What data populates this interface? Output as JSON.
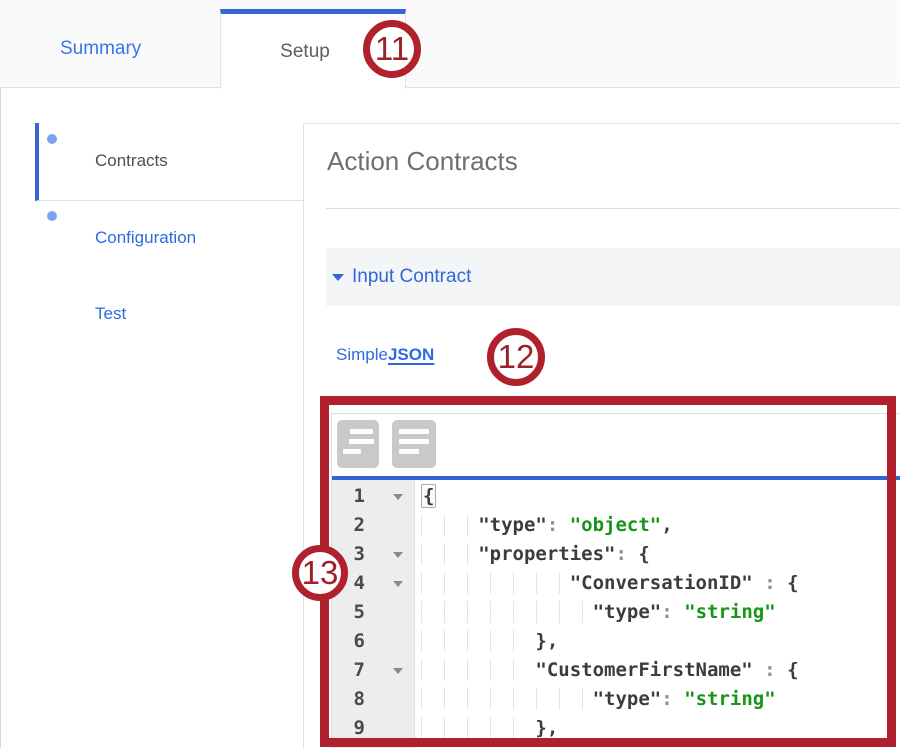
{
  "tab_bar": {
    "tabs": [
      {
        "label": "Summary",
        "active": false
      },
      {
        "label": "Setup",
        "active": true
      }
    ]
  },
  "annotations": {
    "circle_11": "11",
    "circle_12": "12",
    "circle_13": "13"
  },
  "sidebar": {
    "items": [
      {
        "label": "Contracts",
        "active": true,
        "dot": true
      },
      {
        "label": "Configuration",
        "active": false,
        "dot": true
      },
      {
        "label": "Test",
        "active": false,
        "dot": false
      }
    ]
  },
  "content": {
    "title": "Action Contracts",
    "input_contract": {
      "label": "Input Contract",
      "expanded": true
    },
    "format_toggle": {
      "simple_label": "Simple",
      "json_label": "JSON",
      "selected": "JSON"
    },
    "editor": {
      "toolbar": {
        "buttons": [
          "format-indent-right-icon",
          "format-align-left-icon"
        ]
      },
      "code": {
        "language": "json",
        "lines": [
          {
            "num": "1",
            "fold": true,
            "indent": 0,
            "tokens": [
              {
                "text": "{",
                "type": "punct",
                "bracket_highlight": true
              }
            ]
          },
          {
            "num": "2",
            "fold": false,
            "indent": 5,
            "tokens": [
              {
                "text": "\"type\"",
                "type": "key"
              },
              {
                "text": ": ",
                "type": "colon"
              },
              {
                "text": "\"object\"",
                "type": "string"
              },
              {
                "text": ",",
                "type": "punct"
              }
            ]
          },
          {
            "num": "3",
            "fold": true,
            "indent": 5,
            "tokens": [
              {
                "text": "\"properties\"",
                "type": "key"
              },
              {
                "text": ": ",
                "type": "colon"
              },
              {
                "text": "{",
                "type": "punct"
              }
            ]
          },
          {
            "num": "4",
            "fold": true,
            "indent": 13,
            "tokens": [
              {
                "text": "\"ConversationID\"",
                "type": "key"
              },
              {
                "text": " : ",
                "type": "colon"
              },
              {
                "text": "{",
                "type": "punct"
              }
            ]
          },
          {
            "num": "5",
            "fold": false,
            "indent": 15,
            "tokens": [
              {
                "text": "\"type\"",
                "type": "key"
              },
              {
                "text": ": ",
                "type": "colon"
              },
              {
                "text": "\"string\"",
                "type": "string"
              }
            ]
          },
          {
            "num": "6",
            "fold": false,
            "indent": 10,
            "tokens": [
              {
                "text": "},",
                "type": "punct"
              }
            ]
          },
          {
            "num": "7",
            "fold": true,
            "indent": 10,
            "tokens": [
              {
                "text": "\"CustomerFirstName\"",
                "type": "key"
              },
              {
                "text": " : ",
                "type": "colon"
              },
              {
                "text": "{",
                "type": "punct"
              }
            ]
          },
          {
            "num": "8",
            "fold": false,
            "indent": 15,
            "tokens": [
              {
                "text": "\"type\"",
                "type": "key"
              },
              {
                "text": ": ",
                "type": "colon"
              },
              {
                "text": "\"string\"",
                "type": "string"
              }
            ]
          },
          {
            "num": "9",
            "fold": false,
            "indent": 10,
            "tokens": [
              {
                "text": "},",
                "type": "punct"
              }
            ]
          }
        ]
      }
    }
  },
  "colors": {
    "accent_blue": "#3367d6",
    "link_blue": "#2e6be0",
    "annotation_red": "#b1202d",
    "string_green": "#179517",
    "dot_blue": "#7aa5f5"
  }
}
